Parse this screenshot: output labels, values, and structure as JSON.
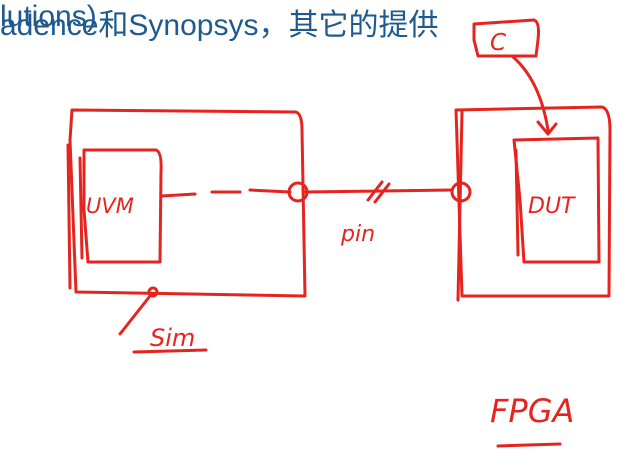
{
  "slide": {
    "top_text": "adence和Synopsys，其它的提供",
    "bottom_text": "lutions)"
  },
  "annotations": {
    "uvm_label": "UVM",
    "pin_label": "pin",
    "sim_label": "Sim",
    "c_label": "C",
    "dut_label": "DUT",
    "fpga_label": "FPGA"
  },
  "colors": {
    "ink": "#e5241f",
    "slide_text": "#1f5a8f"
  }
}
